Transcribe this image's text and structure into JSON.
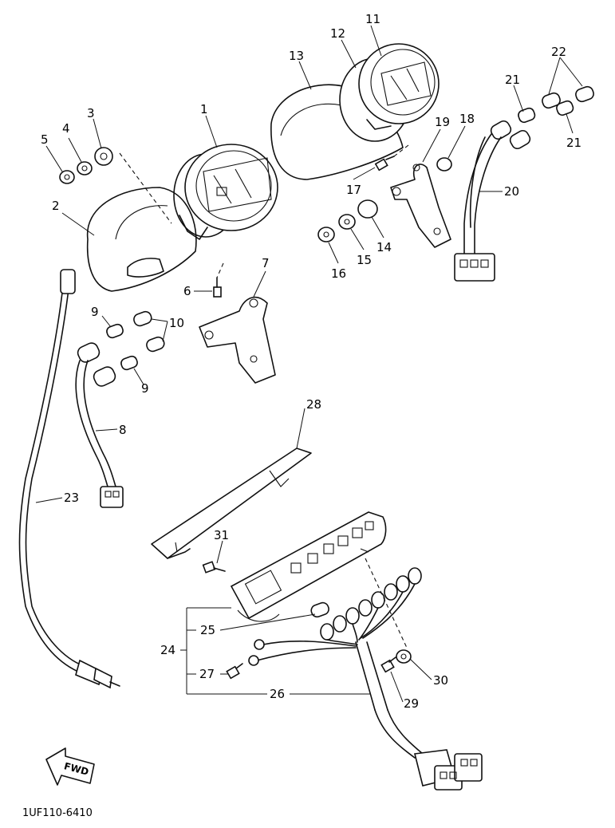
{
  "diagram": {
    "callouts": [
      "1",
      "2",
      "3",
      "4",
      "5",
      "6",
      "7",
      "8",
      "9",
      "10",
      "9",
      "11",
      "12",
      "13",
      "14",
      "15",
      "16",
      "17",
      "18",
      "19",
      "20",
      "21",
      "21",
      "22",
      "23",
      "24",
      "25",
      "26",
      "27",
      "28",
      "29",
      "30",
      "31"
    ],
    "fwd_label": "FWD",
    "drawing_code": "1UF110-6410"
  }
}
